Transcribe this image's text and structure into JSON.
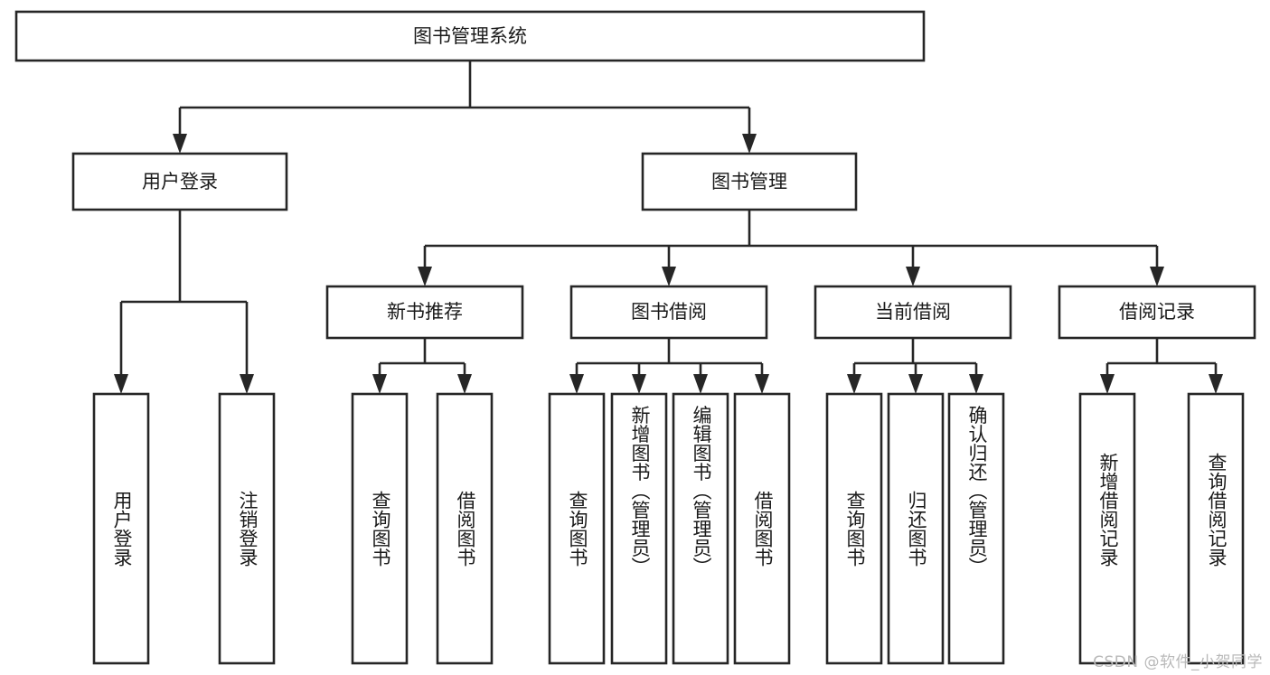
{
  "diagram": {
    "type": "tree-hierarchy-chart",
    "title": "图书管理系统",
    "background_color": "#ffffff",
    "line_color": "#262626",
    "text_color": "#1a1a1a",
    "levels": [
      {
        "level": 1,
        "nodes": [
          {
            "id": "root",
            "label": "图书管理系统",
            "orientation": "horizontal"
          }
        ]
      },
      {
        "level": 2,
        "nodes": [
          {
            "id": "login",
            "label": "用户登录",
            "orientation": "horizontal",
            "parent": "root"
          },
          {
            "id": "bookmgmt",
            "label": "图书管理",
            "orientation": "horizontal",
            "parent": "root"
          }
        ]
      },
      {
        "level": 3,
        "nodes": [
          {
            "id": "newbook",
            "label": "新书推荐",
            "orientation": "horizontal",
            "parent": "bookmgmt"
          },
          {
            "id": "borrow",
            "label": "图书借阅",
            "orientation": "horizontal",
            "parent": "bookmgmt"
          },
          {
            "id": "current",
            "label": "当前借阅",
            "orientation": "horizontal",
            "parent": "bookmgmt"
          },
          {
            "id": "records",
            "label": "借阅记录",
            "orientation": "horizontal",
            "parent": "bookmgmt"
          }
        ]
      },
      {
        "level": 4,
        "nodes": [
          {
            "id": "leaf-user-login",
            "label": "用户登录",
            "orientation": "vertical",
            "parent": "login"
          },
          {
            "id": "leaf-logout",
            "label": "注销登录",
            "orientation": "vertical",
            "parent": "login"
          },
          {
            "id": "leaf-query-book-1",
            "label": "查询图书",
            "orientation": "vertical",
            "parent": "newbook"
          },
          {
            "id": "leaf-borrow-book-1",
            "label": "借阅图书",
            "orientation": "vertical",
            "parent": "newbook"
          },
          {
            "id": "leaf-query-book-2",
            "label": "查询图书",
            "orientation": "vertical",
            "parent": "borrow"
          },
          {
            "id": "leaf-add-book",
            "label": "新增图书（管理员）",
            "orientation": "vertical",
            "parent": "borrow"
          },
          {
            "id": "leaf-edit-book",
            "label": "编辑图书（管理员）",
            "orientation": "vertical",
            "parent": "borrow"
          },
          {
            "id": "leaf-borrow-book-2",
            "label": "借阅图书",
            "orientation": "vertical",
            "parent": "borrow"
          },
          {
            "id": "leaf-query-book-3",
            "label": "查询图书",
            "orientation": "vertical",
            "parent": "current"
          },
          {
            "id": "leaf-return-book",
            "label": "归还图书",
            "orientation": "vertical",
            "parent": "current"
          },
          {
            "id": "leaf-confirm-return",
            "label": "确认归还（管理员）",
            "orientation": "vertical",
            "parent": "current"
          },
          {
            "id": "leaf-add-record",
            "label": "新增借阅记录",
            "orientation": "vertical",
            "parent": "records"
          },
          {
            "id": "leaf-query-record",
            "label": "查询借阅记录",
            "orientation": "vertical",
            "parent": "records"
          }
        ]
      }
    ]
  },
  "labels": {
    "root": "图书管理系统",
    "login": "用户登录",
    "bookmgmt": "图书管理",
    "newbook": "新书推荐",
    "borrow": "图书借阅",
    "current": "当前借阅",
    "records": "借阅记录",
    "leaf_user_login": "用户登录",
    "leaf_logout": "注销登录",
    "leaf_query_book_1": "查询图书",
    "leaf_borrow_book_1": "借阅图书",
    "leaf_query_book_2": "查询图书",
    "leaf_add_book": "新增图书（管理员）",
    "leaf_edit_book": "编辑图书（管理员）",
    "leaf_borrow_book_2": "借阅图书",
    "leaf_query_book_3": "查询图书",
    "leaf_return_book": "归还图书",
    "leaf_confirm_return": "确认归还（管理员）",
    "leaf_add_record": "新增借阅记录",
    "leaf_query_record": "查询借阅记录"
  },
  "watermark": {
    "text": "CSDN @软件_小贺同学",
    "color": "#b9b9b9"
  }
}
